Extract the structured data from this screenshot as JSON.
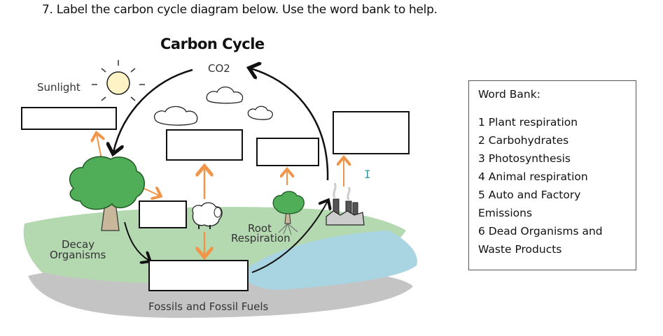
{
  "question": {
    "text": "7. Label the carbon cycle diagram below. Use the word bank to help."
  },
  "diagram": {
    "title": "Carbon Cycle",
    "labels": {
      "co2": "CO2",
      "sunlight": "Sunlight",
      "decay_organisms_line1": "Decay",
      "decay_organisms_line2": "Organisms",
      "root_respiration_line1": "Root",
      "root_respiration_line2": "Respiration",
      "fossils": "Fossils and Fossil Fuels"
    },
    "colors": {
      "arrow_orange": "#f0954a",
      "arrow_black": "#111111",
      "tree_green": "#4fae57",
      "ground_green": "#a9d3a6",
      "water_blue": "#a9d4e2",
      "shadow_gray": "#bdbdbd",
      "sun_fill": "#fdf3c4"
    },
    "blank_boxes": [
      {
        "id": "box-photosynthesis-area",
        "value": ""
      },
      {
        "id": "box-animal-area",
        "value": ""
      },
      {
        "id": "box-root-area",
        "value": ""
      },
      {
        "id": "box-factory-area",
        "value": ""
      },
      {
        "id": "box-tree-area",
        "value": ""
      },
      {
        "id": "box-fossil-area",
        "value": ""
      }
    ]
  },
  "word_bank": {
    "title": "Word Bank:",
    "items": [
      "1 Plant respiration",
      "2 Carbohydrates",
      "3 Photosynthesis",
      "4 Animal respiration",
      "5 Auto and Factory",
      "Emissions",
      "6 Dead Organisms and",
      "Waste Products"
    ]
  },
  "cursor": {
    "glyph": "I"
  }
}
